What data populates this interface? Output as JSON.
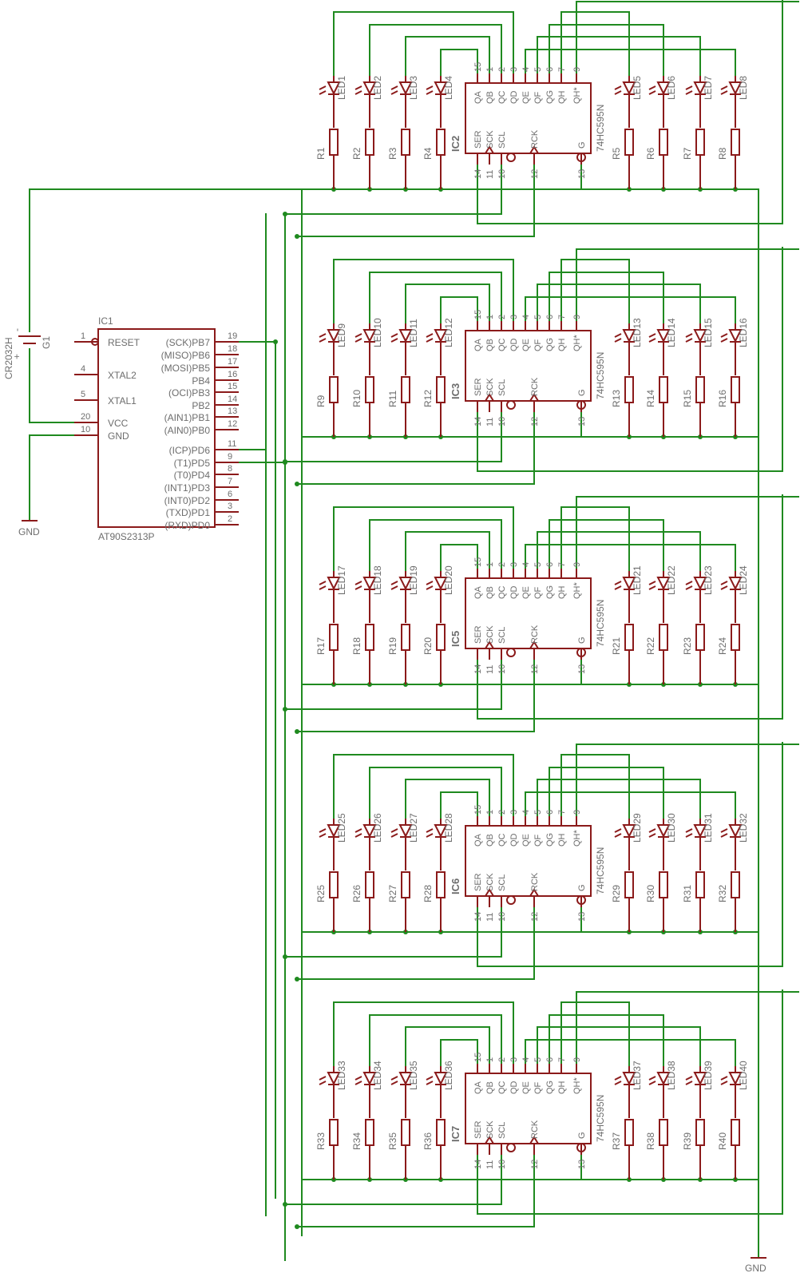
{
  "mcu": {
    "name": "IC1",
    "part": "AT90S2313P",
    "left_pins": [
      {
        "num": "1",
        "label": "RESET"
      },
      {
        "num": "4",
        "label": "XTAL2"
      },
      {
        "num": "5",
        "label": "XTAL1"
      },
      {
        "num": "20",
        "label": "VCC"
      },
      {
        "num": "10",
        "label": "GND"
      }
    ],
    "right_pins": [
      {
        "num": "19",
        "label": "(SCK)PB7"
      },
      {
        "num": "18",
        "label": "(MISO)PB6"
      },
      {
        "num": "17",
        "label": "(MOSI)PB5"
      },
      {
        "num": "16",
        "label": "PB4"
      },
      {
        "num": "15",
        "label": "(OCI)PB3"
      },
      {
        "num": "14",
        "label": "PB2"
      },
      {
        "num": "13",
        "label": "(AIN1)PB1"
      },
      {
        "num": "12",
        "label": "(AIN0)PB0"
      },
      {
        "num": "11",
        "label": "(ICP)PD6"
      },
      {
        "num": "9",
        "label": "(T1)PD5"
      },
      {
        "num": "8",
        "label": "(T0)PD4"
      },
      {
        "num": "7",
        "label": "(INT1)PD3"
      },
      {
        "num": "6",
        "label": "(INT0)PD2"
      },
      {
        "num": "3",
        "label": "(TXD)PD1"
      },
      {
        "num": "2",
        "label": "(RXD)PD0"
      }
    ]
  },
  "battery": {
    "name": "G1",
    "part": "CR2032H",
    "plus": "+",
    "minus": "-"
  },
  "gnd_labels": [
    "GND",
    "GND"
  ],
  "shift_register": {
    "part": "74HC595N",
    "top_pins": [
      {
        "num": "15",
        "label": "QA"
      },
      {
        "num": "1",
        "label": "QB"
      },
      {
        "num": "2",
        "label": "QC"
      },
      {
        "num": "3",
        "label": "QD"
      },
      {
        "num": "4",
        "label": "QE"
      },
      {
        "num": "5",
        "label": "QF"
      },
      {
        "num": "6",
        "label": "QG"
      },
      {
        "num": "7",
        "label": "QH"
      },
      {
        "num": "9",
        "label": "QH*"
      }
    ],
    "bottom_pins": [
      {
        "num": "14",
        "label": "SER"
      },
      {
        "num": "11",
        "label": "SCK"
      },
      {
        "num": "10",
        "label": "SCL"
      },
      {
        "num": "12",
        "label": "RCK"
      },
      {
        "num": "13",
        "label": "G"
      }
    ]
  },
  "rows": [
    {
      "ic": "IC2",
      "leds": [
        "LED1",
        "LED2",
        "LED3",
        "LED4",
        "LED5",
        "LED6",
        "LED7",
        "LED8"
      ],
      "resistors": [
        "R1",
        "R2",
        "R3",
        "R4",
        "R5",
        "R6",
        "R7",
        "R8"
      ]
    },
    {
      "ic": "IC3",
      "leds": [
        "LED9",
        "LED10",
        "LED11",
        "LED12",
        "LED13",
        "LED14",
        "LED15",
        "LED16"
      ],
      "resistors": [
        "R9",
        "R10",
        "R11",
        "R12",
        "R13",
        "R14",
        "R15",
        "R16"
      ]
    },
    {
      "ic": "IC5",
      "leds": [
        "LED17",
        "LED18",
        "LED19",
        "LED20",
        "LED21",
        "LED22",
        "LED23",
        "LED24"
      ],
      "resistors": [
        "R17",
        "R18",
        "R19",
        "R20",
        "R21",
        "R22",
        "R23",
        "R24"
      ]
    },
    {
      "ic": "IC6",
      "leds": [
        "LED25",
        "LED26",
        "LED27",
        "LED28",
        "LED29",
        "LED30",
        "LED31",
        "LED32"
      ],
      "resistors": [
        "R25",
        "R26",
        "R27",
        "R28",
        "R29",
        "R30",
        "R31",
        "R32"
      ]
    },
    {
      "ic": "IC7",
      "leds": [
        "LED33",
        "LED34",
        "LED35",
        "LED36",
        "LED37",
        "LED38",
        "LED39",
        "LED40"
      ],
      "resistors": [
        "R33",
        "R34",
        "R35",
        "R36",
        "R37",
        "R38",
        "R39",
        "R40"
      ]
    }
  ],
  "colors": {
    "wire": "#1f8a1f",
    "part": "#8b1a1a",
    "text": "#6d6d6d"
  }
}
